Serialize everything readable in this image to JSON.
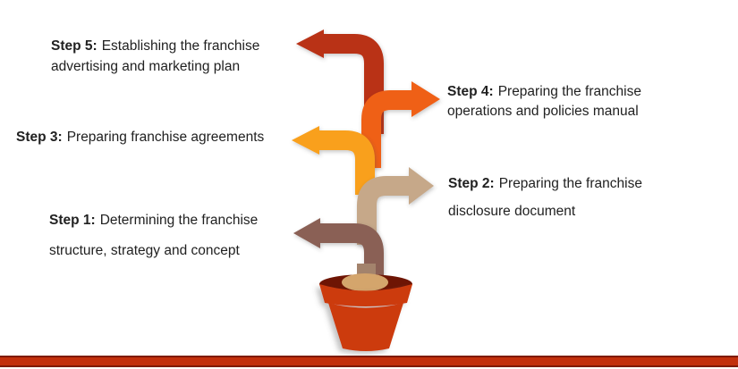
{
  "steps": [
    {
      "label": "Step 1:",
      "line1": "Determining the franchise",
      "line2": "structure, strategy and concept",
      "side": "left"
    },
    {
      "label": "Step 2:",
      "line1": "Preparing the franchise",
      "line2": "disclosure document",
      "side": "right"
    },
    {
      "label": "Step 3:",
      "line1": "Preparing franchise agreements",
      "line2": "",
      "side": "left"
    },
    {
      "label": "Step 4:",
      "line1": "Preparing the franchise",
      "line2": "operations and policies manual",
      "side": "right"
    },
    {
      "label": "Step 5:",
      "line1": "Establishing the franchise",
      "line2": "advertising and marketing plan",
      "side": "left"
    }
  ],
  "colors": {
    "step1": "#8a6055",
    "step2": "#c6a889",
    "step3": "#f9a01c",
    "step4": "#ef6012",
    "step5": "#b93118",
    "pot": "#cc3b10",
    "pot_interior": "#6e1504",
    "soil": "#d4a56c",
    "stem": "#a3836c",
    "accent_bar": "#c22f0c",
    "accent_bar_edge": "#7e1a02",
    "text": "#212121"
  }
}
